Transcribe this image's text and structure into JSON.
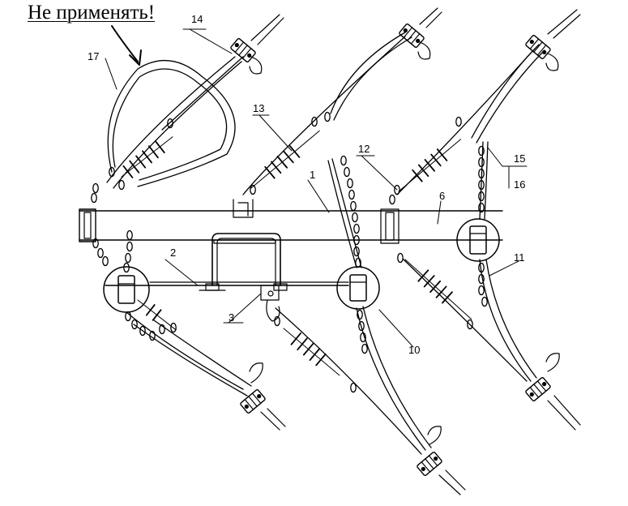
{
  "warning": "Не применять!",
  "callouts": {
    "c1": "1",
    "c2": "2",
    "c3": "3",
    "c6": "6",
    "c10": "10",
    "c11": "11",
    "c12": "12",
    "c13": "13",
    "c14": "14",
    "c15": "15",
    "c16": "16",
    "c17": "17"
  }
}
